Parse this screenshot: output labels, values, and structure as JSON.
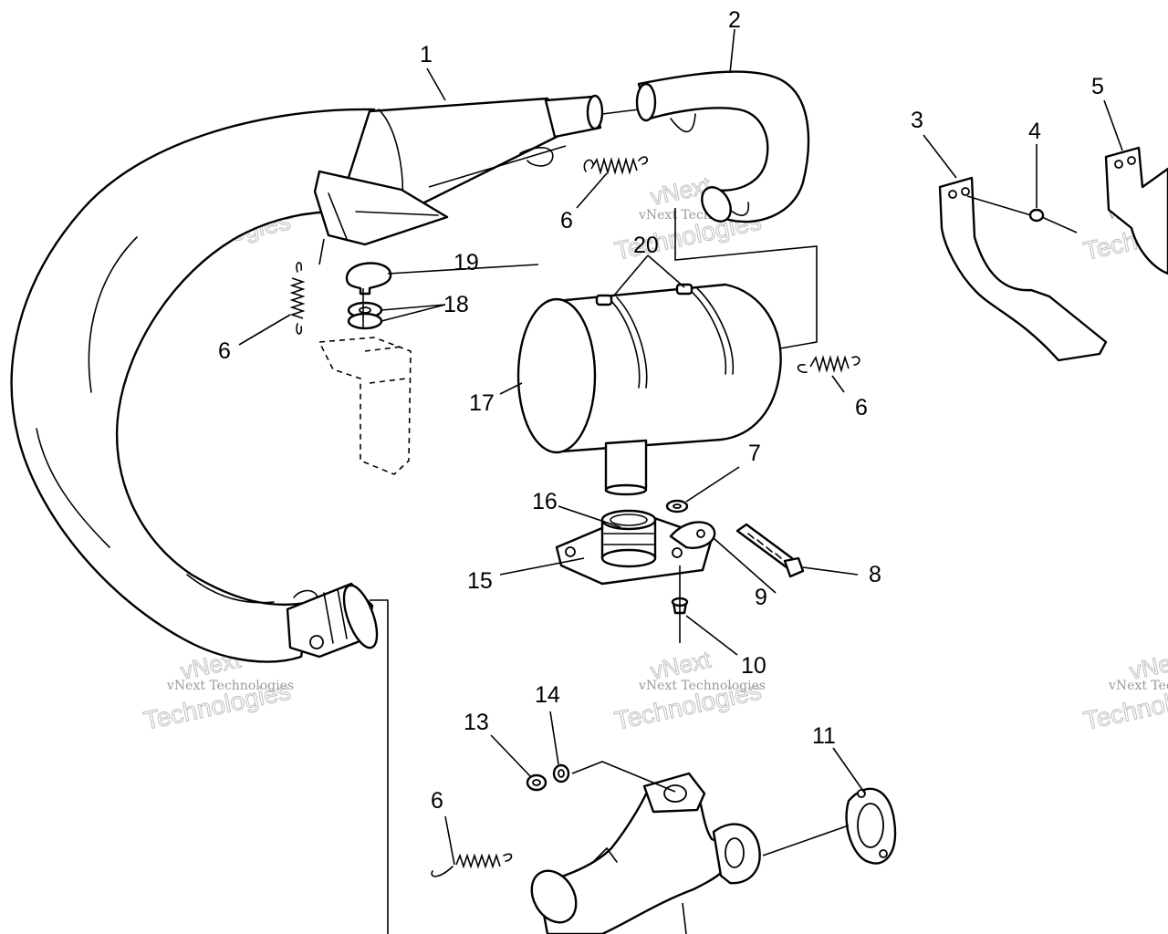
{
  "watermark": {
    "line1": "vNext",
    "line2": "vNext Technologies",
    "line3": "Technologies"
  },
  "callouts": [
    {
      "id": "c1",
      "label": "1"
    },
    {
      "id": "c2",
      "label": "2"
    },
    {
      "id": "c3",
      "label": "3"
    },
    {
      "id": "c4",
      "label": "4"
    },
    {
      "id": "c5",
      "label": "5"
    },
    {
      "id": "c6a",
      "label": "6"
    },
    {
      "id": "c6b",
      "label": "6"
    },
    {
      "id": "c6c",
      "label": "6"
    },
    {
      "id": "c6d",
      "label": "6"
    },
    {
      "id": "c7",
      "label": "7"
    },
    {
      "id": "c8",
      "label": "8"
    },
    {
      "id": "c9",
      "label": "9"
    },
    {
      "id": "c10",
      "label": "10"
    },
    {
      "id": "c11",
      "label": "11"
    },
    {
      "id": "c13",
      "label": "13"
    },
    {
      "id": "c14",
      "label": "14"
    },
    {
      "id": "c15",
      "label": "15"
    },
    {
      "id": "c16",
      "label": "16"
    },
    {
      "id": "c17",
      "label": "17"
    },
    {
      "id": "c18",
      "label": "18"
    },
    {
      "id": "c19",
      "label": "19"
    },
    {
      "id": "c20",
      "label": "20"
    }
  ]
}
